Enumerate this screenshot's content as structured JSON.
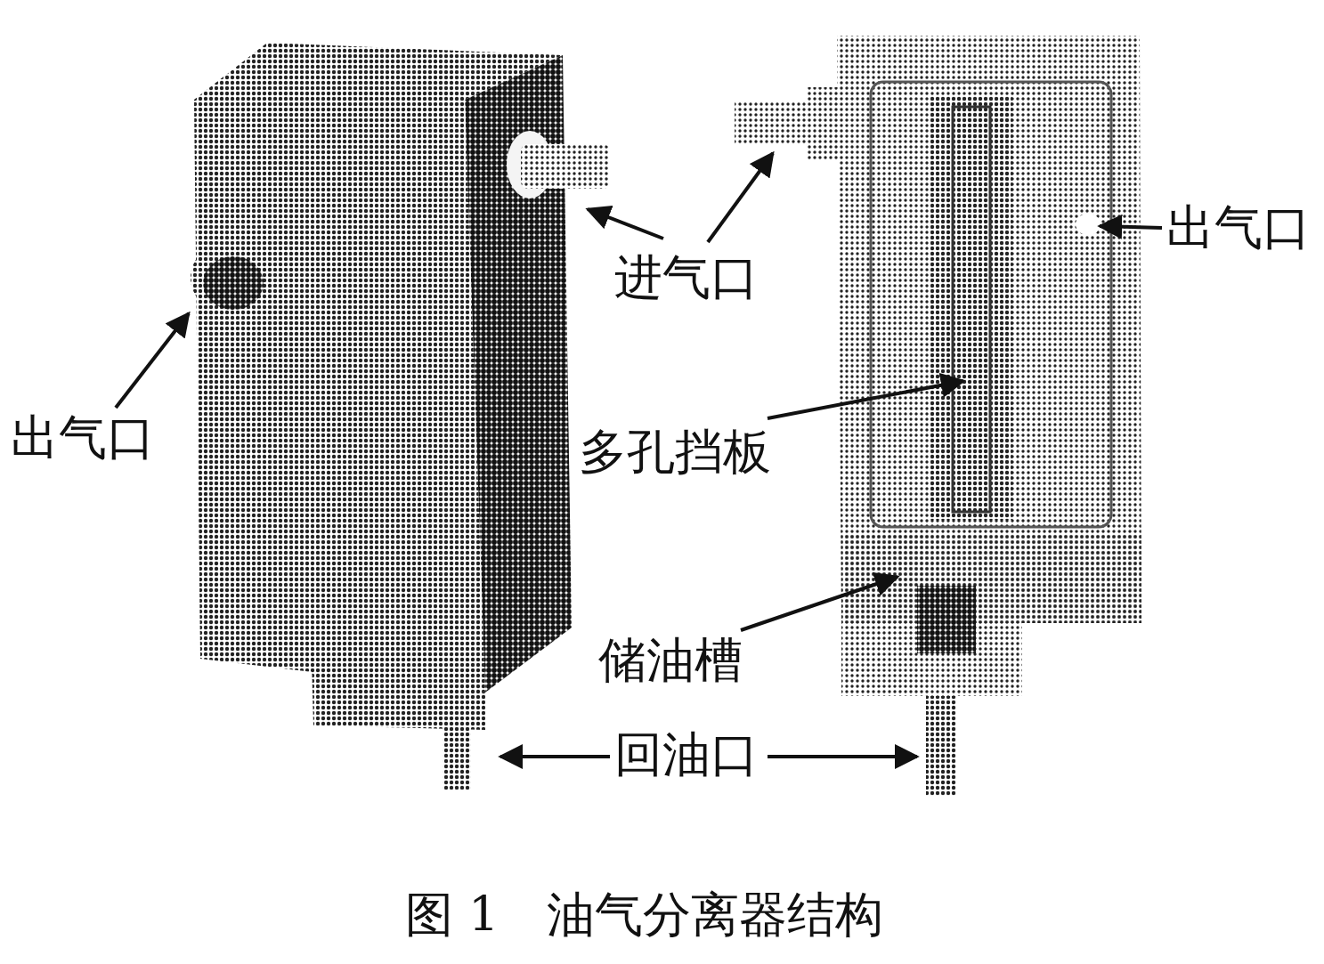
{
  "diagram": {
    "caption": "图 1　油气分离器结构",
    "labels": [
      "出气口",
      "进气口",
      "出气口",
      "多孔挡板",
      "储油槽",
      "回油口"
    ]
  }
}
